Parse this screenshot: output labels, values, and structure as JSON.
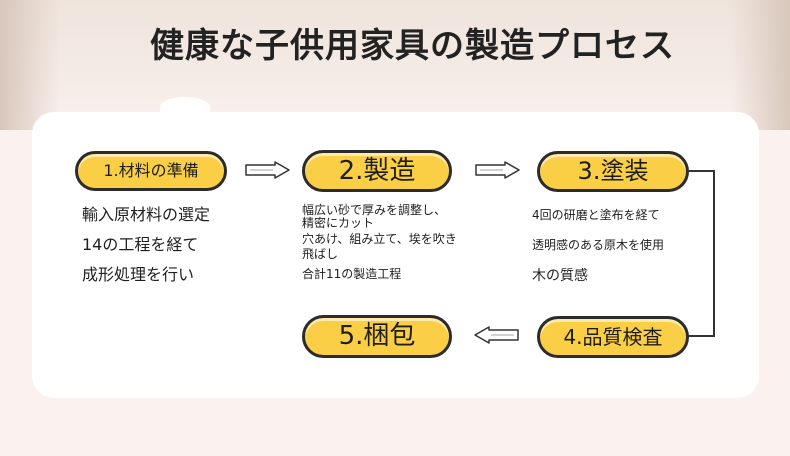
{
  "title": "健康な子供用家具の製造プロセス",
  "steps": [
    {
      "label": "1.材料の準備",
      "desc": [
        "輸入原材料の選定",
        "14の工程を経て",
        "成形処理を行い"
      ]
    },
    {
      "label": "2.製造",
      "desc": [
        "幅広い砂で厚みを調整し、",
        "精密にカット",
        "穴あけ、組み立て、埃を吹き",
        "飛ばし",
        "合計11の製造工程"
      ]
    },
    {
      "label": "3.塗装",
      "desc": [
        "4回の研磨と塗布を経て",
        "透明感のある原木を使用",
        "木の質感"
      ]
    },
    {
      "label": "4.品質検査",
      "desc": []
    },
    {
      "label": "5.梱包",
      "desc": []
    }
  ],
  "colors": {
    "pill_fill": "#fbcf45",
    "pill_border": "#2b2b2b",
    "arrow": "#333333"
  },
  "icons": [
    "right-arrow-icon",
    "left-arrow-icon"
  ]
}
